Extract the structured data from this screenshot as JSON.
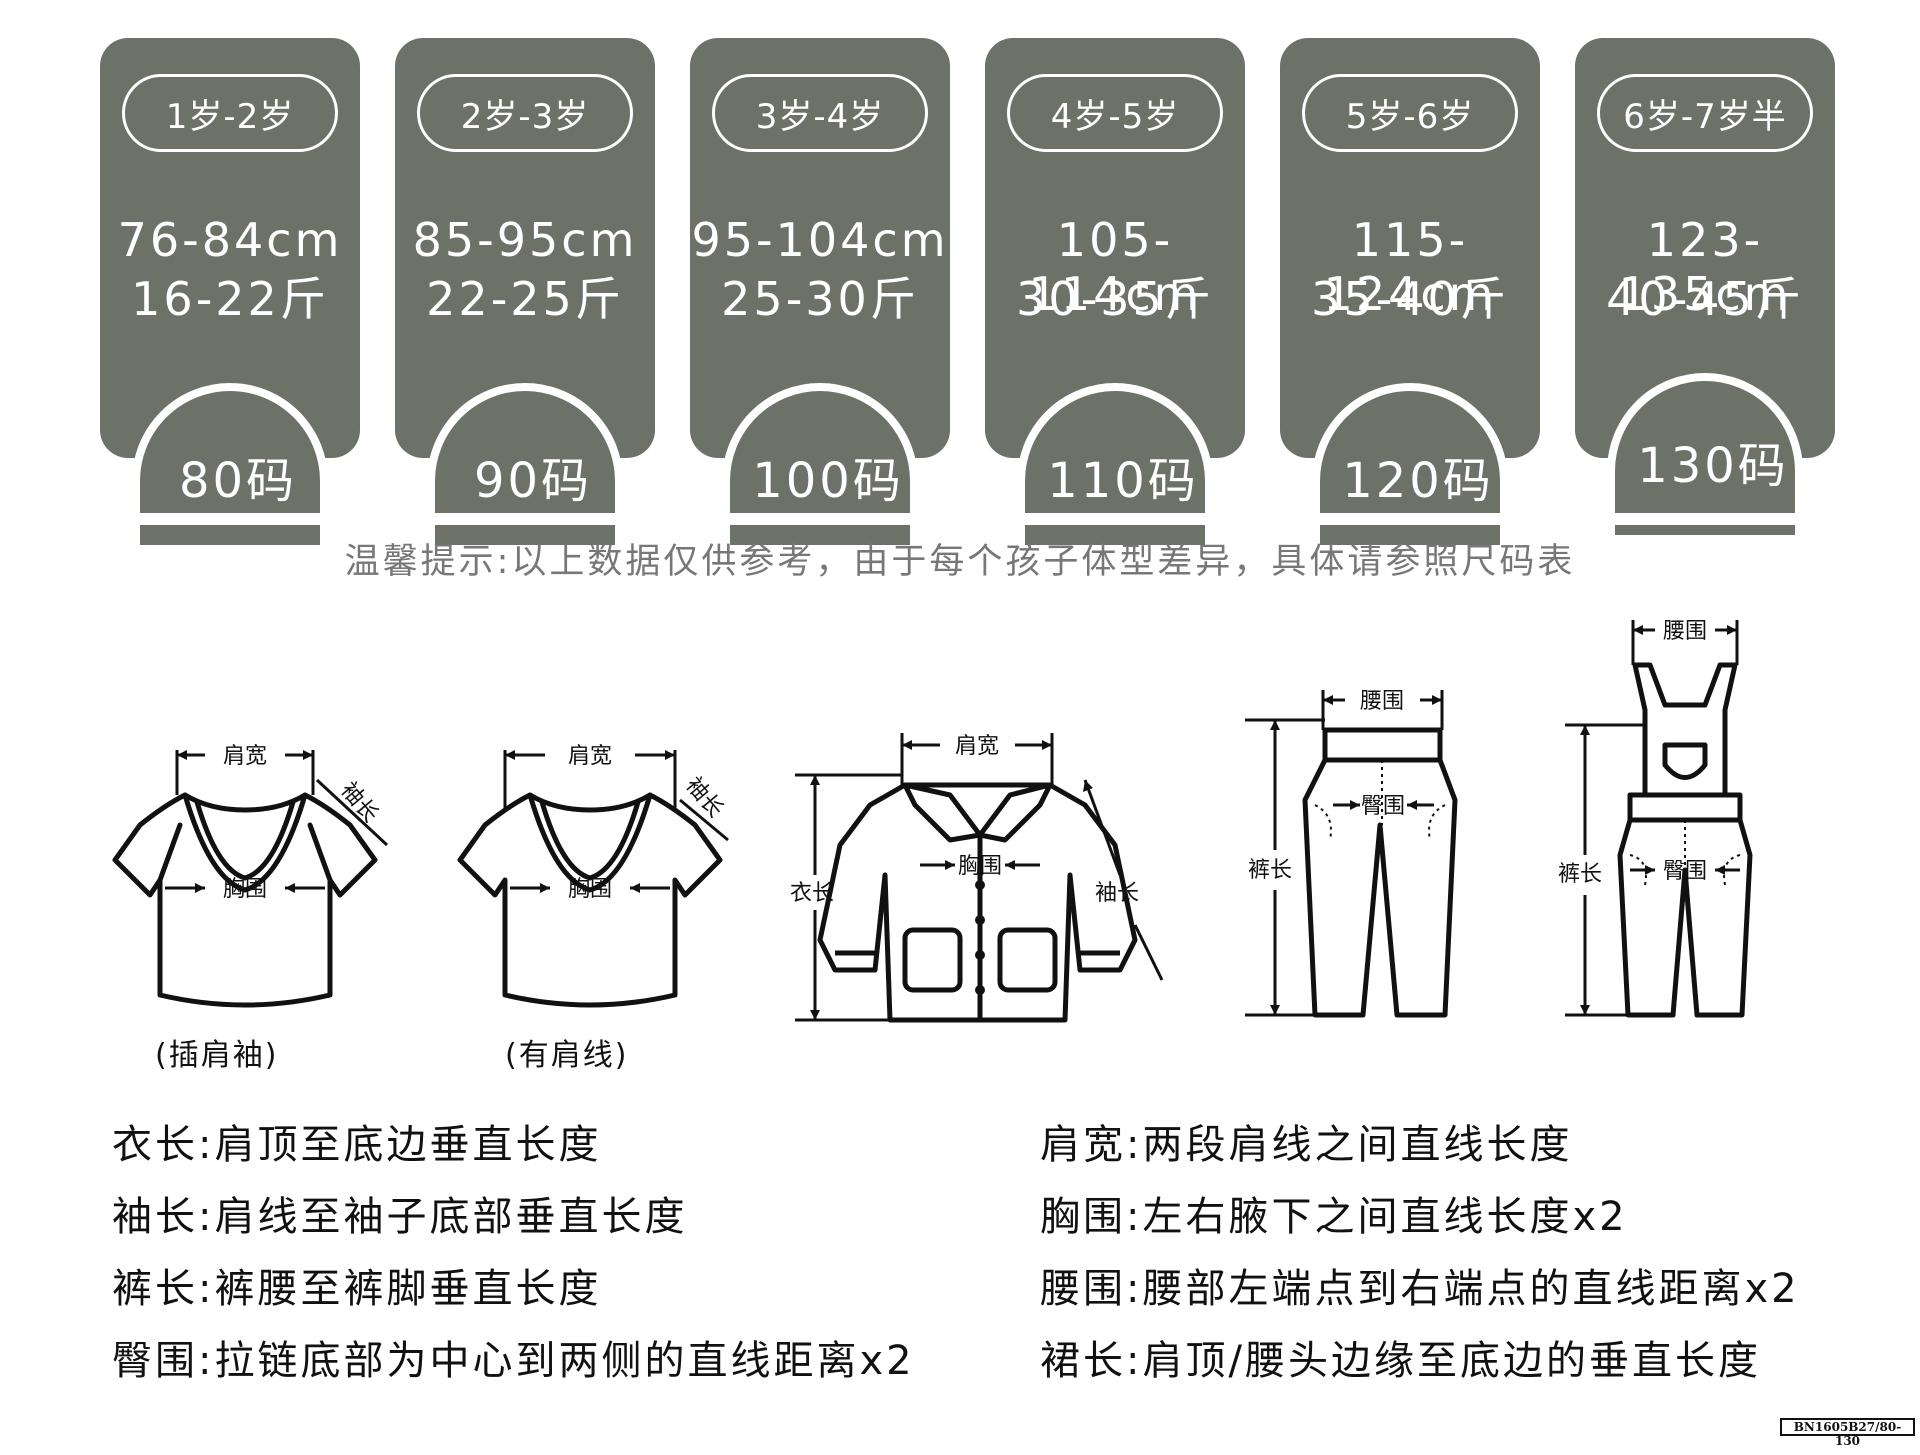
{
  "size_cards": [
    {
      "age": "1岁-2岁",
      "height": "76-84cm",
      "weight": "16-22斤",
      "size": "80码"
    },
    {
      "age": "2岁-3岁",
      "height": "85-95cm",
      "weight": "22-25斤",
      "size": "90码"
    },
    {
      "age": "3岁-4岁",
      "height": "95-104cm",
      "weight": "25-30斤",
      "size": "100码"
    },
    {
      "age": "4岁-5岁",
      "height": "105-114cm",
      "weight": "30-35斤",
      "size": "110码"
    },
    {
      "age": "5岁-6岁",
      "height": "115-124cm",
      "weight": "35-40斤",
      "size": "120码"
    },
    {
      "age": "6岁-7岁半",
      "height": "123-135cm",
      "weight": "40-45斤",
      "size": "130码"
    }
  ],
  "tip": "温馨提示:以上数据仅供参考，由于每个孩子体型差异，具体请参照尺码表",
  "diagrams": {
    "tshirt_raglan": {
      "shoulder": "肩宽",
      "sleeve": "袖长",
      "chest": "胸围",
      "caption": "(插肩袖)"
    },
    "tshirt_seam": {
      "shoulder": "肩宽",
      "sleeve": "袖长",
      "chest": "胸围",
      "caption": "(有肩线)"
    },
    "jacket": {
      "shoulder": "肩宽",
      "chest": "胸围",
      "length": "衣长",
      "sleeve": "袖长"
    },
    "pants": {
      "waist": "腰围",
      "hip": "臀围",
      "length": "裤长"
    },
    "overalls": {
      "waist": "腰围",
      "hip": "臀围",
      "length": "裤长"
    }
  },
  "definitions_left": [
    "衣长:肩顶至底边垂直长度",
    "袖长:肩线至袖子底部垂直长度",
    "裤长:裤腰至裤脚垂直长度",
    "臀围:拉链底部为中心到两侧的直线距离x2"
  ],
  "definitions_right": [
    "肩宽:两段肩线之间直线长度",
    "胸围:左右腋下之间直线长度x2",
    "腰围:腰部左端点到右端点的直线距离x2",
    "裙长:肩顶/腰头边缘至底边的垂直长度"
  ],
  "product_code": "BN1605B27/80-130",
  "colors": {
    "card_bg": "#6d7268",
    "card_text": "#ffffff",
    "tip_text": "#777777"
  }
}
